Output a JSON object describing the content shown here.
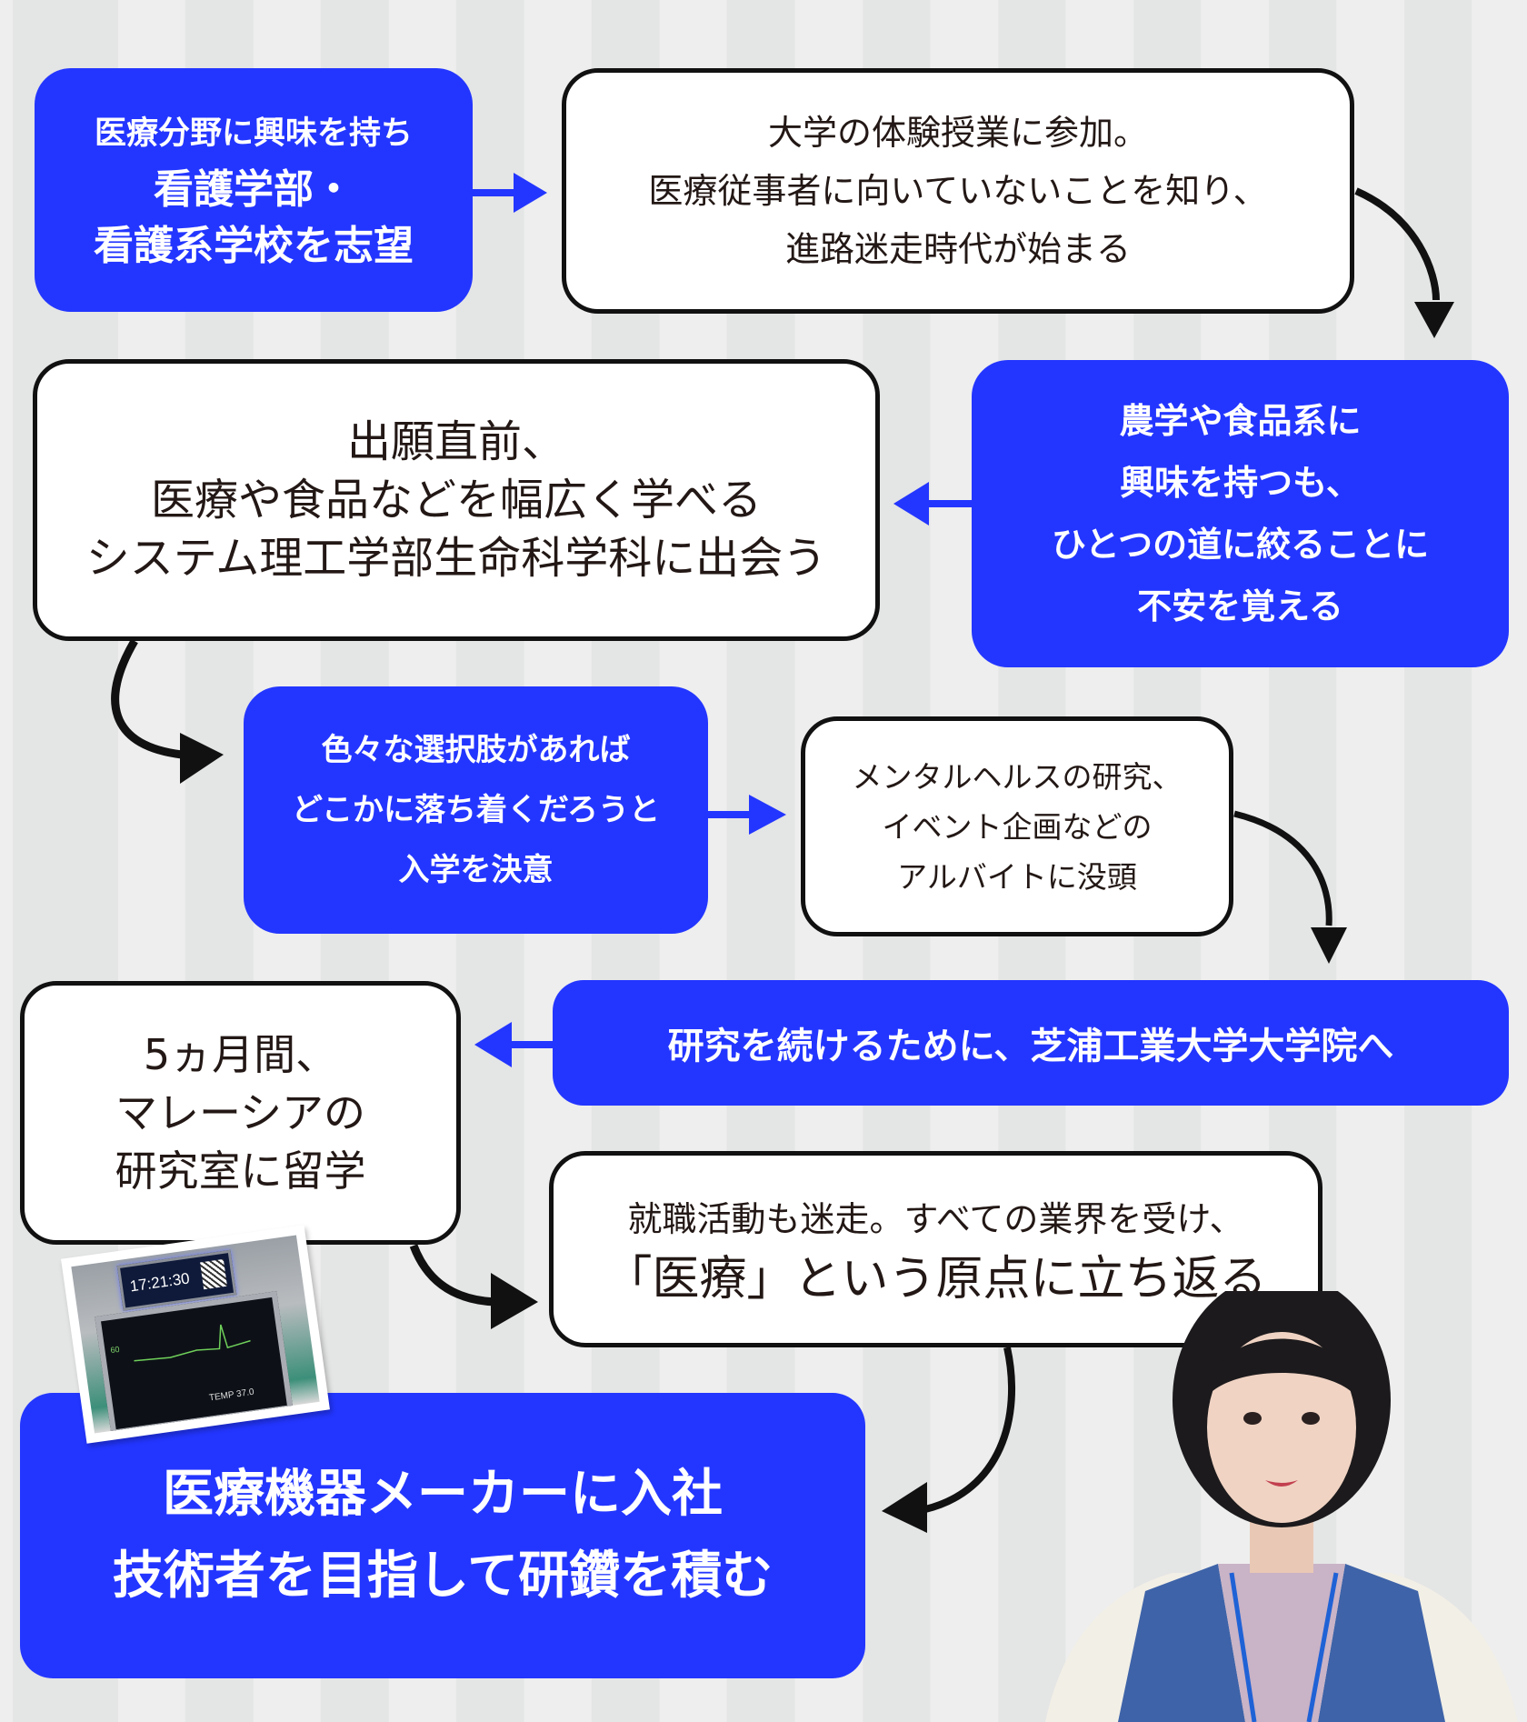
{
  "colors": {
    "accent_blue": "#2336ff",
    "text_dark": "#231815",
    "arrow_black": "#111111",
    "stripe_light": "#eeeeee",
    "stripe_dark": "#e4e5e5"
  },
  "steps": [
    {
      "id": "step-1",
      "style": "blue",
      "lines": [
        "医療分野に興味を持ち",
        "看護学部・",
        "看護系学校を志望"
      ]
    },
    {
      "id": "step-2",
      "style": "white",
      "lines": [
        "大学の体験授業に参加。",
        "医療従事者に向いていないことを知り、",
        "進路迷走時代が始まる"
      ]
    },
    {
      "id": "step-3",
      "style": "blue",
      "lines": [
        "農学や食品系に",
        "興味を持つも、",
        "ひとつの道に絞ることに",
        "不安を覚える"
      ]
    },
    {
      "id": "step-4",
      "style": "white",
      "lines": [
        "出願直前、",
        "医療や食品などを幅広く学べる",
        "システム理工学部生命科学科に出会う"
      ]
    },
    {
      "id": "step-5",
      "style": "blue",
      "lines": [
        "色々な選択肢があれば",
        "どこかに落ち着くだろうと",
        "入学を決意"
      ]
    },
    {
      "id": "step-6",
      "style": "white",
      "lines": [
        "メンタルヘルスの研究、",
        "イベント企画などの",
        "アルバイトに没頭"
      ]
    },
    {
      "id": "step-7",
      "style": "blue",
      "lines": [
        "研究を続けるために、芝浦工業大学大学院へ"
      ]
    },
    {
      "id": "step-8",
      "style": "white",
      "lines": [
        "5ヵ月間、",
        "マレーシアの",
        "研究室に留学"
      ]
    },
    {
      "id": "step-9",
      "style": "white",
      "lines": [
        "就職活動も迷走。すべての業界を受け、",
        "「医療」という原点に立ち返る"
      ]
    },
    {
      "id": "step-10",
      "style": "blue",
      "lines": [
        "医療機器メーカーに入社",
        "技術者を目指して研鑽を積む"
      ]
    }
  ],
  "photo": {
    "description": "medical-device-monitor-photo",
    "clock": "17:21:30",
    "hr_value": "60",
    "temp_label": "TEMP",
    "temp_value": "37.0"
  },
  "portrait": {
    "description": "portrait-of-woman-with-lanyard"
  }
}
